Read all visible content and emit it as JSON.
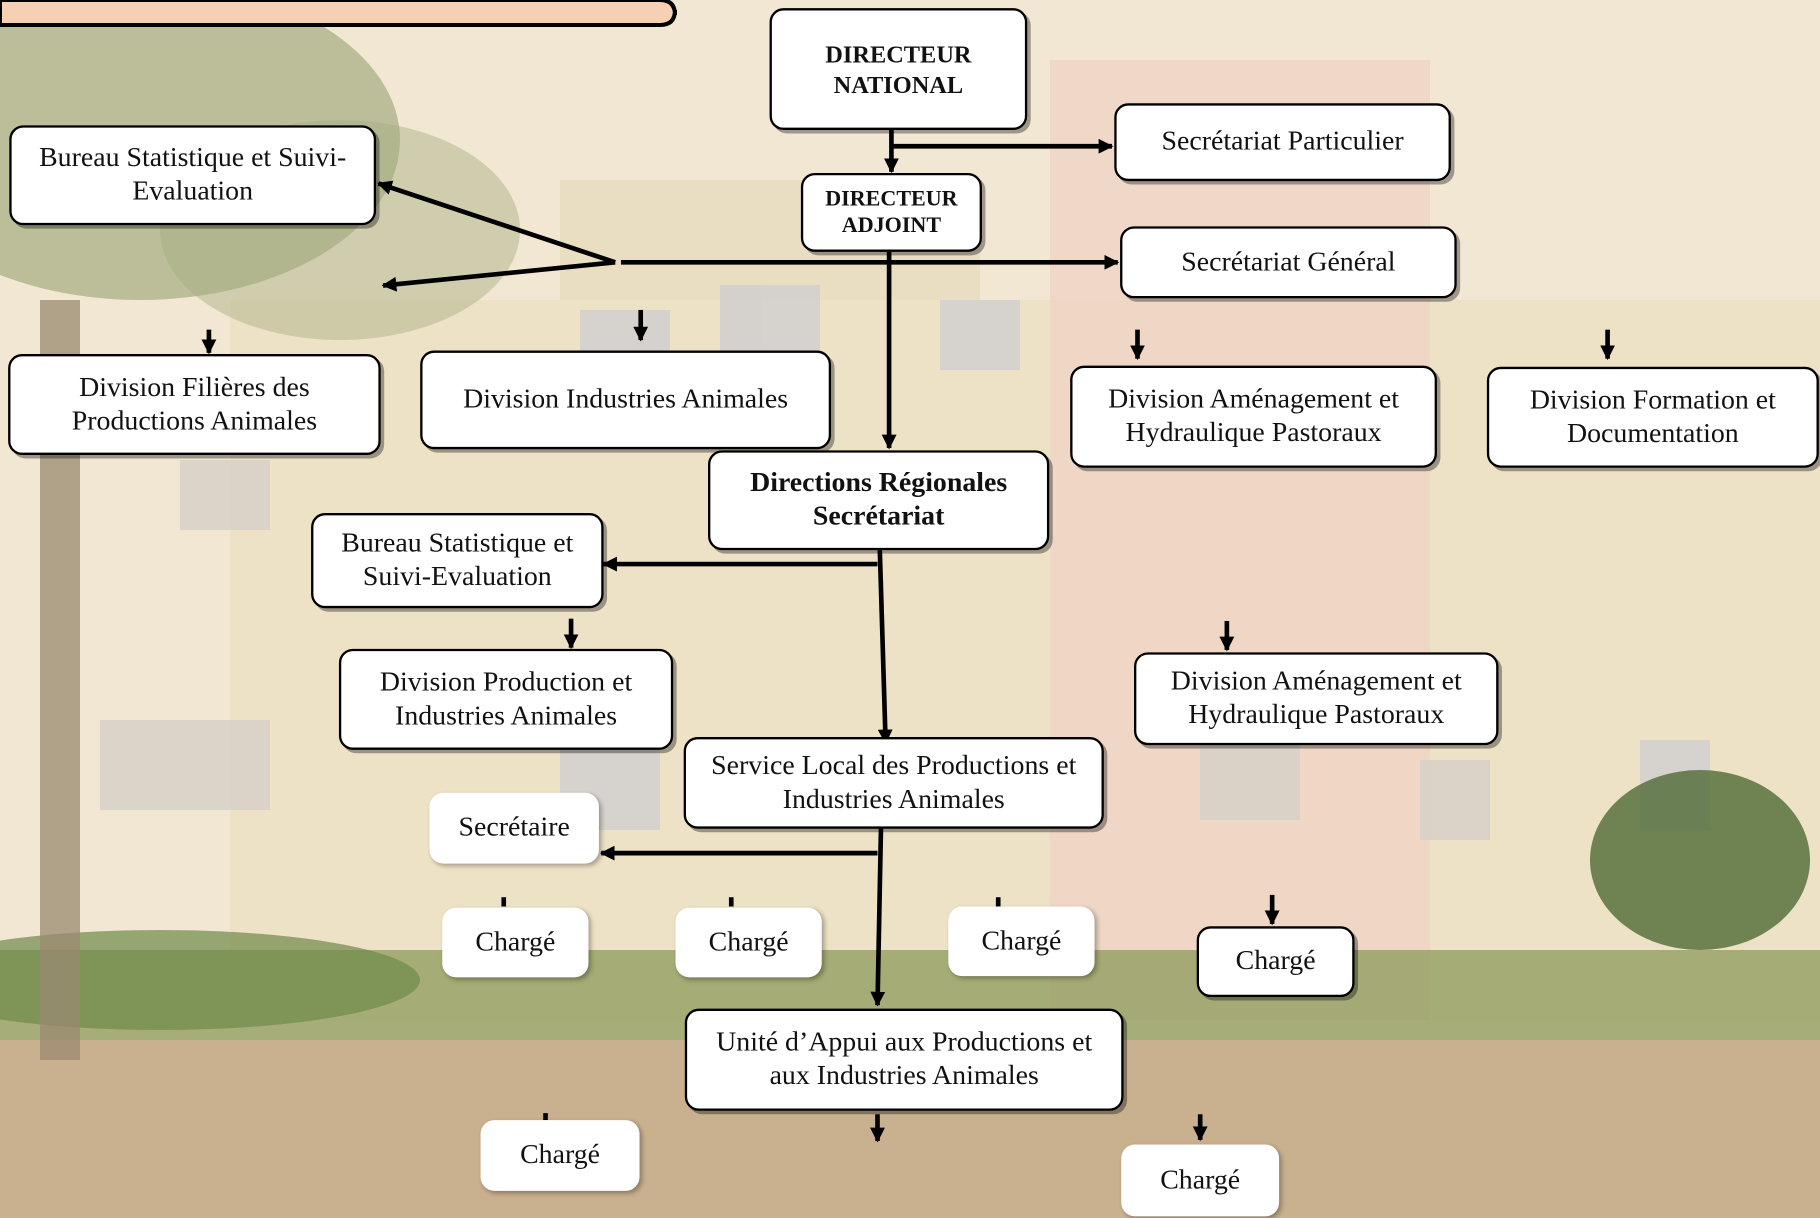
{
  "organigram": {
    "directeur_national": "DIRECTEUR NATIONAL",
    "secretariat_particulier": "Secrétariat Particulier",
    "directeur_adjoint": "DIRECTEUR ADJOINT",
    "secretariat_general": "Secrétariat Général",
    "bureau_statistique_central": "Bureau Statistique et Suivi-Evaluation",
    "division_filieres": "Division Filières des Productions Animales",
    "division_industries": "Division Industries Animales",
    "division_amenagement_central": "Division Aménagement et Hydraulique Pastoraux",
    "division_formation": "Division Formation et Documentation",
    "directions_regionales": "Directions Régionales Secrétariat",
    "bureau_statistique_regional": "Bureau Statistique et Suivi-Evaluation",
    "division_production_regional": "Division Production et Industries Animales",
    "division_amenagement_regional": "Division Aménagement et Hydraulique Pastoraux",
    "service_local": "Service Local des Productions et Industries Animales",
    "secretaire": "Secrétaire",
    "unite_appui": "Unité d’Appui aux Productions et aux Industries Animales",
    "charge": "Chargé"
  }
}
